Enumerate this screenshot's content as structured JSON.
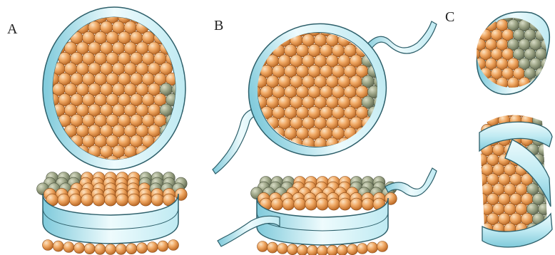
{
  "panels": [
    {
      "label": "A"
    },
    {
      "label": "B"
    },
    {
      "label": "C"
    }
  ],
  "colors": {
    "bead_light": "#fbe3c4",
    "bead_mid": "#f0a863",
    "bead_dark": "#b5621f",
    "bead_stroke": "#8a4a17",
    "shadow_bead": "#8f9a75",
    "ribbon_light": "#eefbfd",
    "ribbon_mid": "#bfeaf2",
    "ribbon_dark": "#7fcadb",
    "ribbon_stroke": "#2d5f6a"
  },
  "icons": [
    "bead-cluster-disc",
    "protein-ring-band"
  ]
}
